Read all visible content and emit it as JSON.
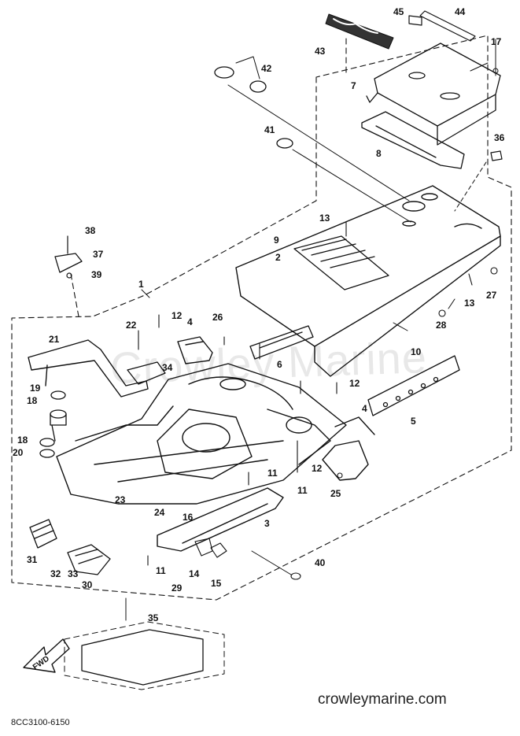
{
  "watermark_text": "Crowley Marine",
  "site_text": "crowleymarine.com",
  "diagram_code": "8CC3100-6150",
  "fwd_label": "FWD",
  "callouts": [
    {
      "label": "45"
    },
    {
      "label": "44"
    },
    {
      "label": "17"
    },
    {
      "label": "43"
    },
    {
      "label": "42"
    },
    {
      "label": "7"
    },
    {
      "label": "41"
    },
    {
      "label": "36"
    },
    {
      "label": "8"
    },
    {
      "label": "13"
    },
    {
      "label": "38"
    },
    {
      "label": "9"
    },
    {
      "label": "37"
    },
    {
      "label": "2"
    },
    {
      "label": "39"
    },
    {
      "label": "1"
    },
    {
      "label": "27"
    },
    {
      "label": "13"
    },
    {
      "label": "12"
    },
    {
      "label": "28"
    },
    {
      "label": "26"
    },
    {
      "label": "4"
    },
    {
      "label": "22"
    },
    {
      "label": "21"
    },
    {
      "label": "10"
    },
    {
      "label": "6"
    },
    {
      "label": "34"
    },
    {
      "label": "12"
    },
    {
      "label": "19"
    },
    {
      "label": "18"
    },
    {
      "label": "4"
    },
    {
      "label": "5"
    },
    {
      "label": "18"
    },
    {
      "label": "20"
    },
    {
      "label": "12"
    },
    {
      "label": "11"
    },
    {
      "label": "11"
    },
    {
      "label": "25"
    },
    {
      "label": "23"
    },
    {
      "label": "3"
    },
    {
      "label": "24"
    },
    {
      "label": "16"
    },
    {
      "label": "31"
    },
    {
      "label": "11"
    },
    {
      "label": "40"
    },
    {
      "label": "32"
    },
    {
      "label": "33"
    },
    {
      "label": "14"
    },
    {
      "label": "29"
    },
    {
      "label": "30"
    },
    {
      "label": "15"
    },
    {
      "label": "35"
    }
  ]
}
